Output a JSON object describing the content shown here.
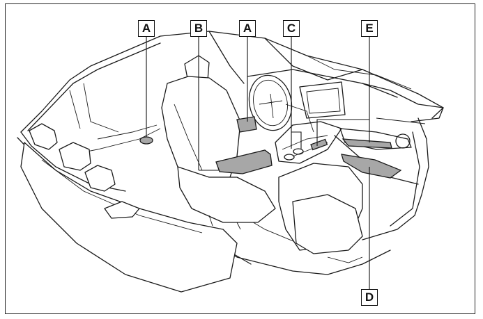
{
  "callouts": {
    "a_left": "A",
    "b": "B",
    "a_right": "A",
    "c": "C",
    "e": "E",
    "d": "D"
  },
  "colors": {
    "highlight": "#a7a7a7",
    "outline": "#1a1a1a",
    "background": "#ffffff"
  }
}
